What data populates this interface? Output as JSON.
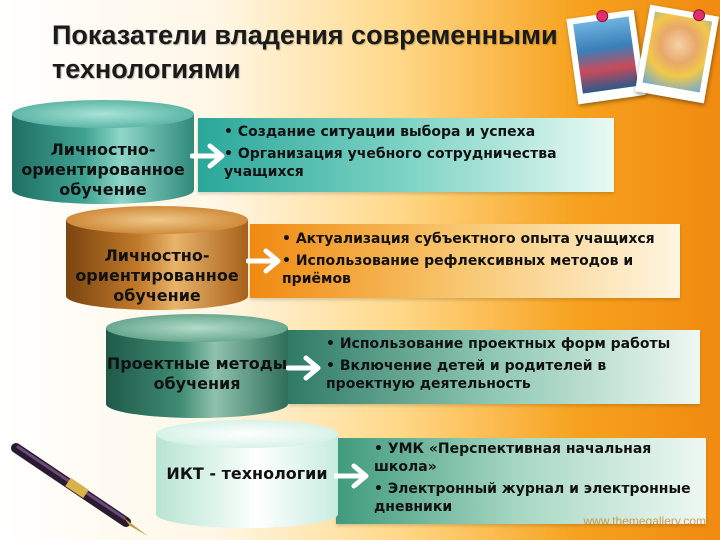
{
  "title": "Показатели владения современными технологиями",
  "url": "www.themegallery.com",
  "rows": [
    {
      "label": "Личностно-ориентированное обучение",
      "items": [
        "Создание ситуации выбора и успеха",
        "Организация учебного сотрудничества учащихся"
      ]
    },
    {
      "label": "Личностно-ориентированное обучение",
      "items": [
        "Актуализация субъектного опыта учащихся",
        "Использование рефлексивных методов и приёмов"
      ]
    },
    {
      "label": "Проектные методы обучения",
      "items": [
        "Использование проектных форм работы",
        "Включение детей и родителей в проектную деятельность"
      ]
    },
    {
      "label": "ИКТ - технологии",
      "items": [
        "УМК «Перспективная начальная школа»",
        "Электронный журнал и электронные дневники"
      ]
    }
  ],
  "colors": {
    "row1": "#2f8a7c",
    "row2": "#b06a1c",
    "row3": "#2f6e5a",
    "row4": "#d9f1e8"
  }
}
